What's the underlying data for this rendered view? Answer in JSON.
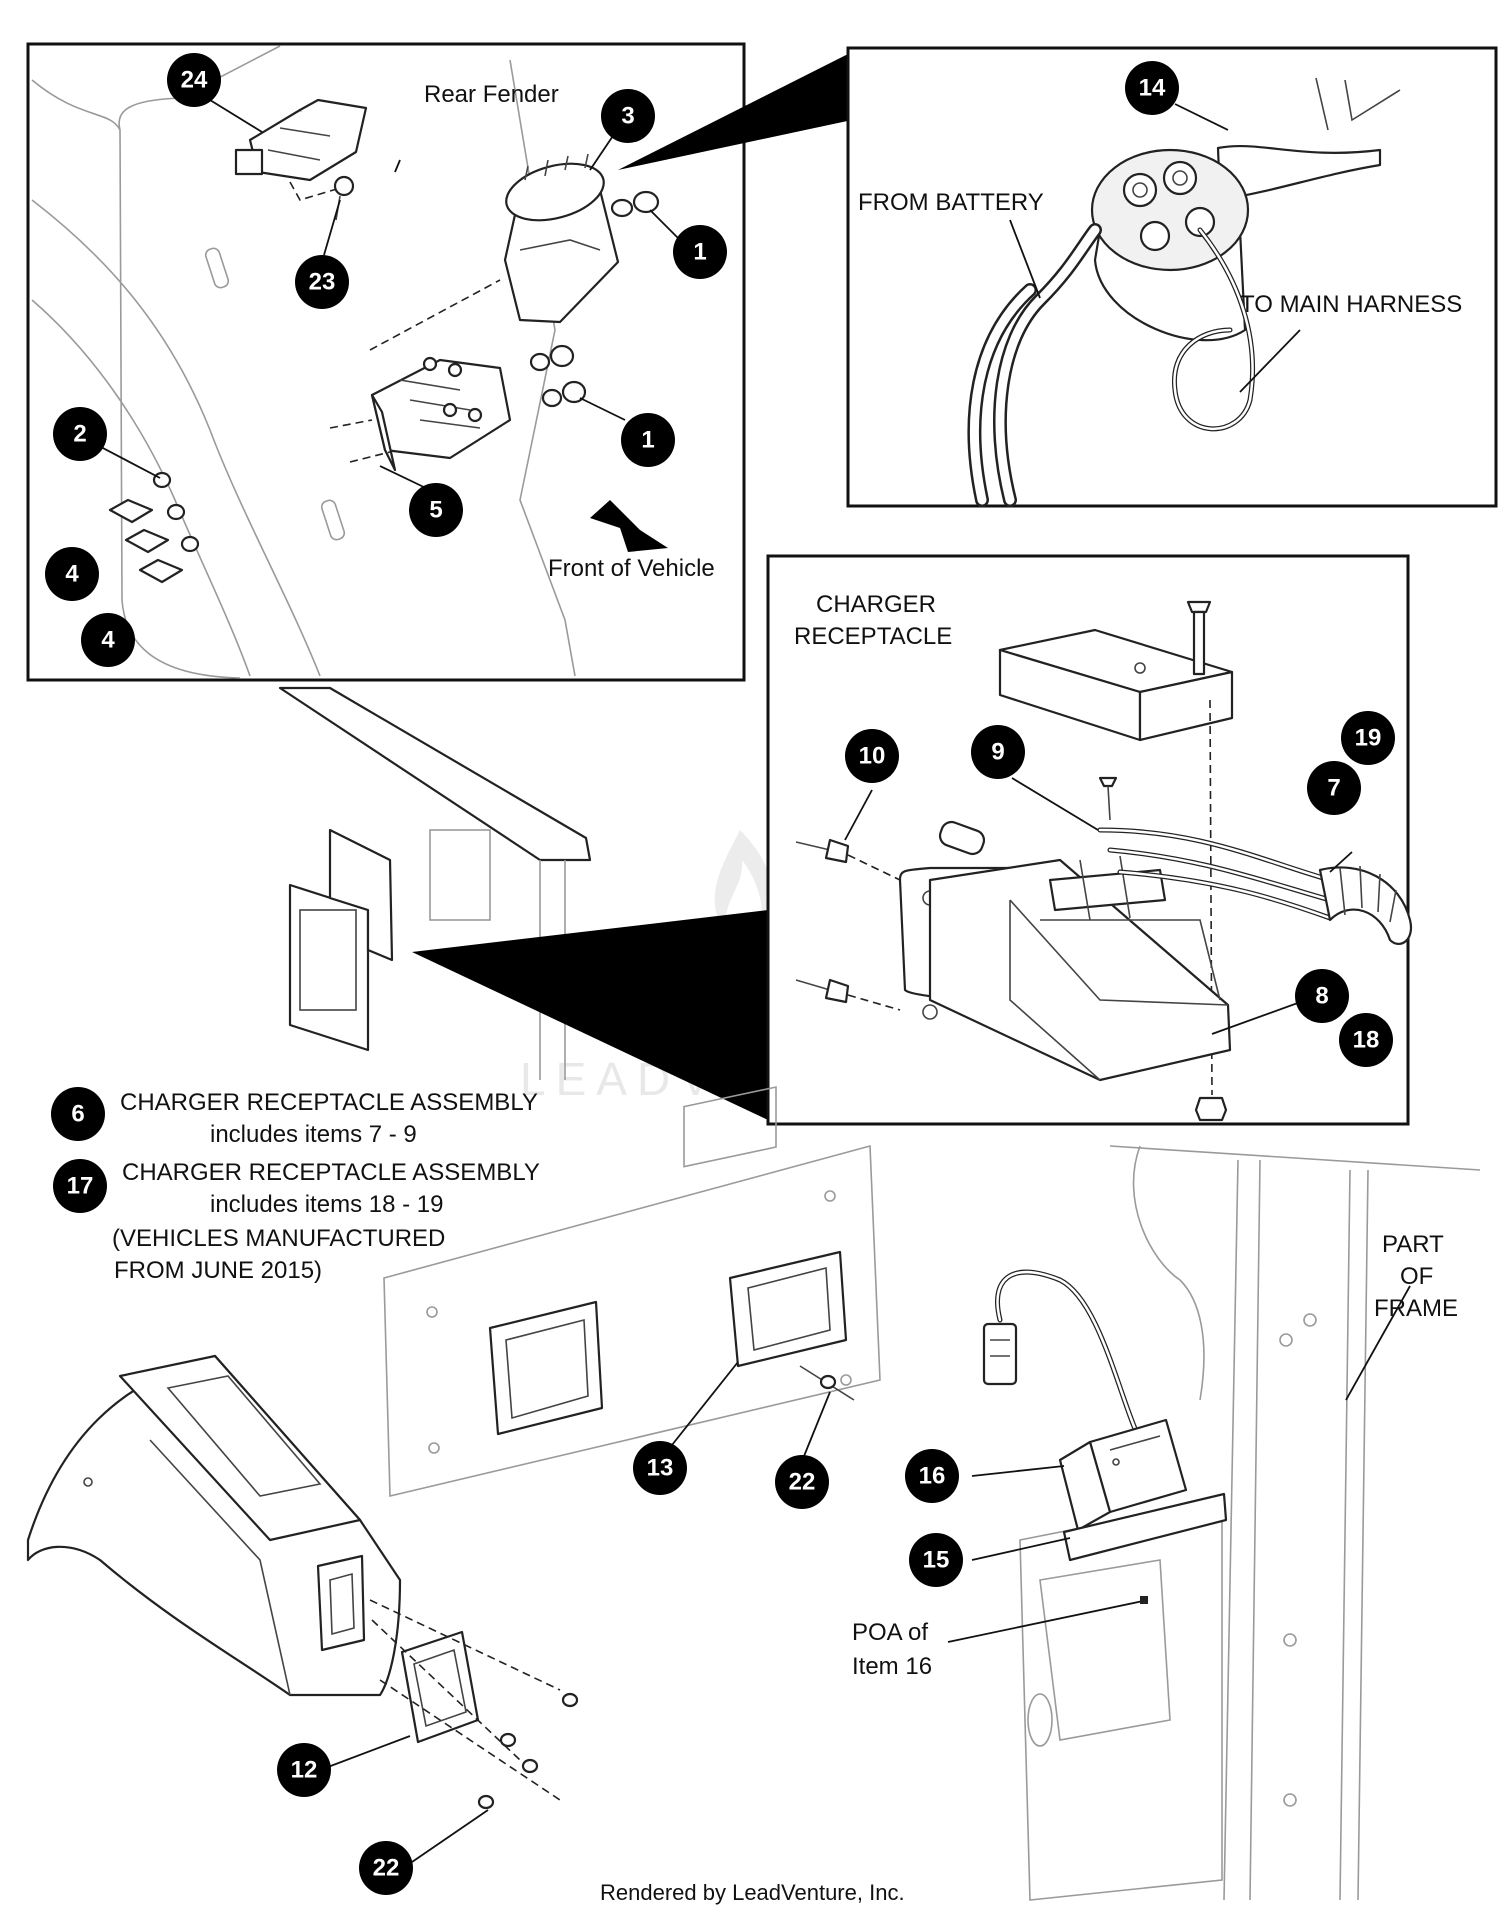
{
  "labels": {
    "rear_fender": "Rear Fender",
    "front_of_vehicle": "Front of Vehicle",
    "from_battery": "FROM BATTERY",
    "to_main_harness": "TO MAIN HARNESS",
    "charger_receptacle_line1": "CHARGER",
    "charger_receptacle_line2": "RECEPTACLE",
    "part_of_frame_line1": "PART",
    "part_of_frame_line2": "OF",
    "part_of_frame_line3": "FRAME",
    "poa_line1": "POA of",
    "poa_line2": "Item 16"
  },
  "notes": {
    "assembly6_title": "CHARGER RECEPTACLE ASSEMBLY",
    "assembly6_detail": "includes items 7 - 9",
    "assembly17_title": "CHARGER RECEPTACLE ASSEMBLY",
    "assembly17_detail": "includes items 18 - 19",
    "assembly17_date1": "(VEHICLES MANUFACTURED",
    "assembly17_date2": "FROM JUNE 2015)"
  },
  "callouts": {
    "c24": "24",
    "c3": "3",
    "c1a": "1",
    "c23": "23",
    "c1b": "1",
    "c2": "2",
    "c4a": "4",
    "c4b": "4",
    "c5": "5",
    "c14": "14",
    "c10": "10",
    "c9": "9",
    "c19": "19",
    "c7": "7",
    "c8": "8",
    "c18": "18",
    "c6": "6",
    "c17": "17",
    "c13": "13",
    "c22a": "22",
    "c16": "16",
    "c15": "15",
    "c12": "12",
    "c22b": "22"
  },
  "watermark": "LEADVENTURE",
  "credit": "Rendered by LeadVenture, Inc."
}
